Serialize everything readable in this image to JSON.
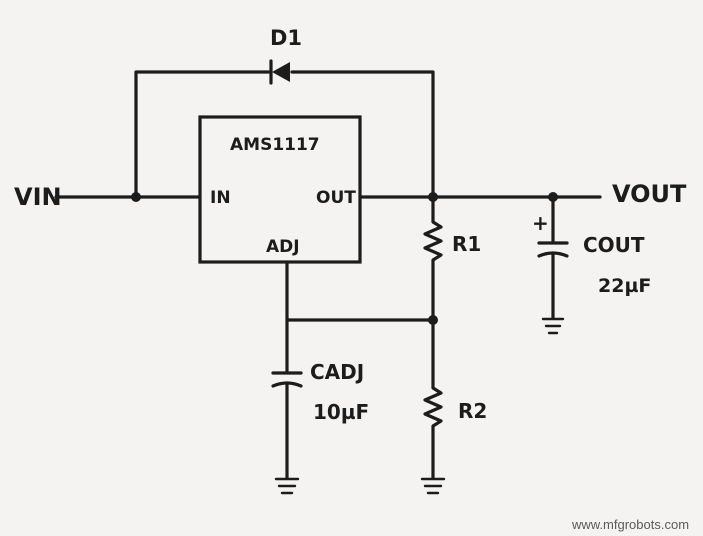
{
  "diode": {
    "label": "D1"
  },
  "regulator": {
    "name": "AMS1117",
    "pin_in": "IN",
    "pin_out": "OUT",
    "pin_adj": "ADJ"
  },
  "vin": {
    "label": "VIN"
  },
  "vout": {
    "label": "VOUT"
  },
  "r1": {
    "label": "R1"
  },
  "r2": {
    "label": "R2"
  },
  "cout": {
    "label": "COUT",
    "value": "22µF",
    "polarity": "+"
  },
  "cadj": {
    "label": "CADJ",
    "value": "10µF"
  },
  "watermark": "www.mfgrobots.com"
}
